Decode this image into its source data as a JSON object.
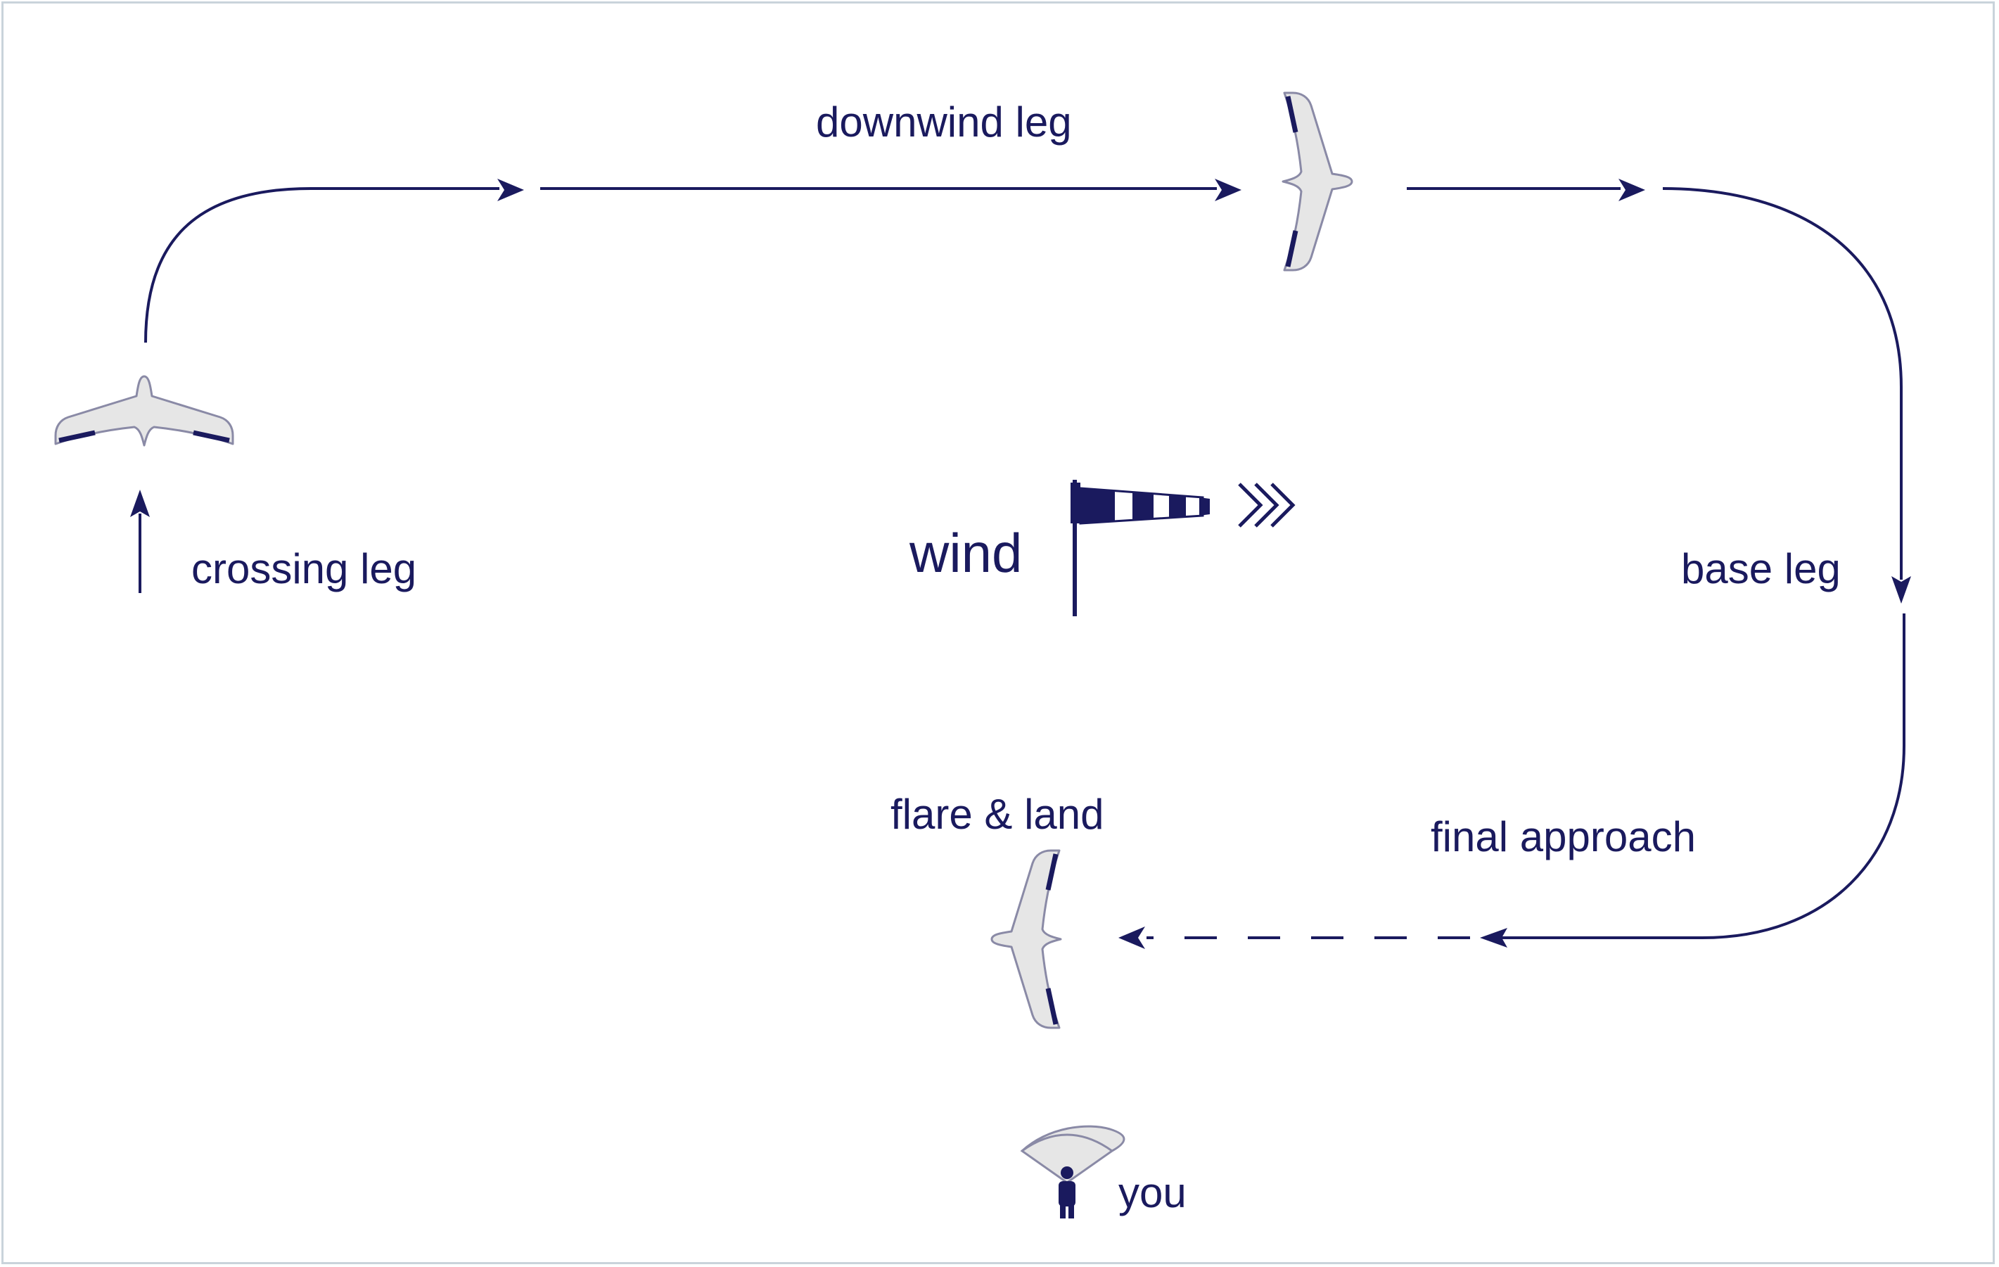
{
  "colors": {
    "ink": "#1a1a5e",
    "plane_fill": "#e6e6e6",
    "plane_stroke": "#8a8aa6",
    "frame": "#c9d3db"
  },
  "labels": {
    "downwind_leg": "downwind leg",
    "crossing_leg": "crossing leg",
    "wind": "wind",
    "base_leg": "base leg",
    "flare_land": "flare & land",
    "final_approach": "final approach",
    "you": "you"
  },
  "icons": {
    "plane": "flying-wing-icon",
    "windsock": "windsock-icon",
    "wind_direction": "chevrons-right-icon",
    "person": "person-icon",
    "field_of_view": "view-cone-icon"
  }
}
